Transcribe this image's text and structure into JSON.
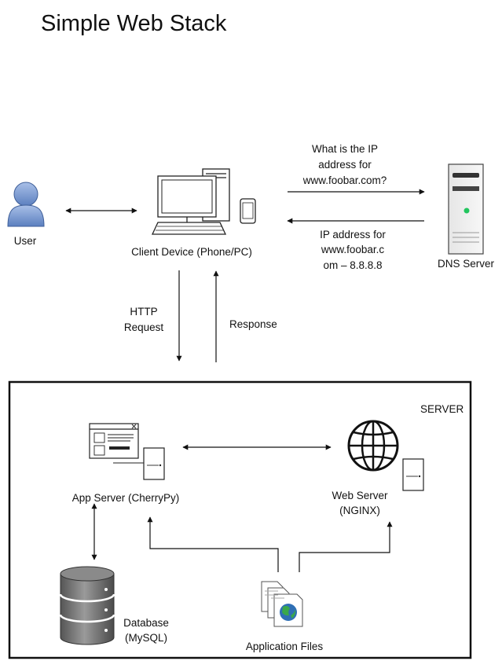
{
  "title": "Simple Web Stack",
  "nodes": {
    "user": {
      "label": "User",
      "icon": "user-icon"
    },
    "client": {
      "label": "Client Device (Phone/PC)",
      "icon": "desktop-computer-icon"
    },
    "dns": {
      "label": "DNS Server",
      "icon": "server-tower-icon"
    },
    "app_server": {
      "label": "App Server (CherryPy)",
      "icon": "app-window-server-icon"
    },
    "web_server": {
      "label_line1": "Web Server",
      "label_line2": "(NGINX)",
      "icon": "globe-server-icon"
    },
    "database": {
      "label_line1": "Database",
      "label_line2": "(MySQL)",
      "icon": "database-icon"
    },
    "app_files": {
      "label": "Application Files",
      "icon": "documents-globe-icon"
    }
  },
  "edges": {
    "dns_query": {
      "line1": "What is the IP",
      "line2": "address for",
      "line3": "www.foobar.com?"
    },
    "dns_reply": {
      "line1": "IP address for",
      "line2": "www.foobar.c",
      "line3": "om – 8.8.8.8"
    },
    "http_request": {
      "line1": "HTTP",
      "line2": "Request"
    },
    "response": {
      "label": "Response"
    }
  },
  "server_box": {
    "label": "SERVER"
  },
  "colors": {
    "user_blue": "#7f9fd3",
    "status_green": "#22c55e",
    "globe_blue": "#2f6fb5",
    "globe_green": "#3aa84a",
    "line": "#111111"
  }
}
